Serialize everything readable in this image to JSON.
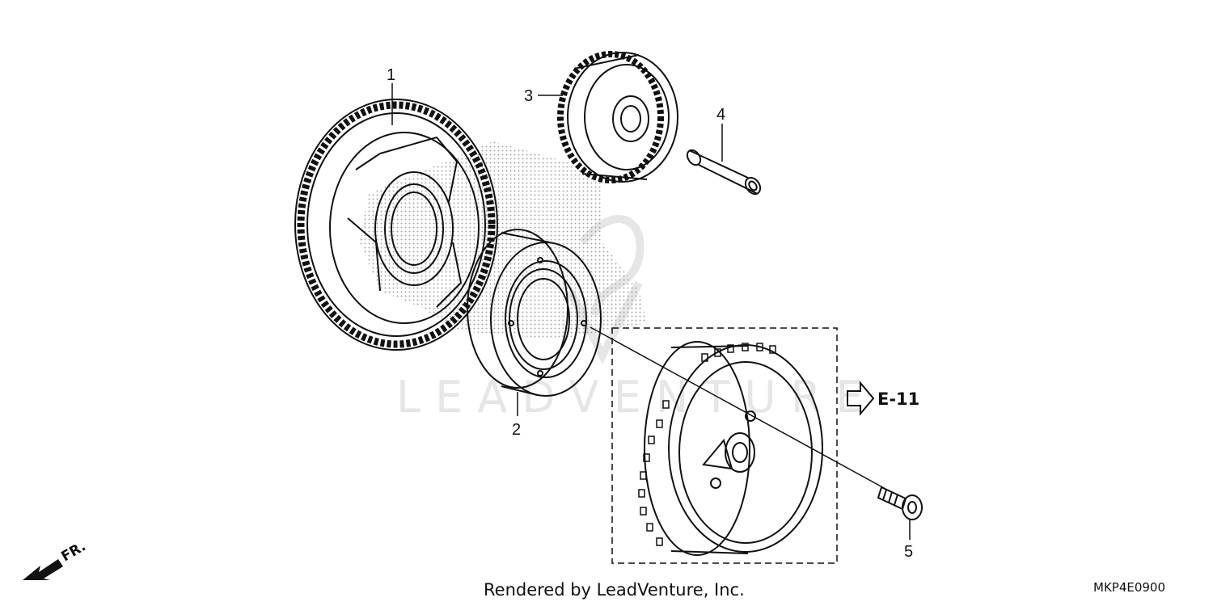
{
  "callouts": {
    "part1": "1",
    "part2": "2",
    "part3": "3",
    "part4": "4",
    "part5": "5"
  },
  "reference": "E-11",
  "direction_label": "FR.",
  "watermark": "LEADVENTURE",
  "footer": {
    "credit": "Rendered by LeadVenture, Inc.",
    "diagram_code": "MKP4E0900"
  },
  "colors": {
    "line": "#111111",
    "dot_shading": "#9a9a9a",
    "watermark": "#e6e6e6"
  }
}
